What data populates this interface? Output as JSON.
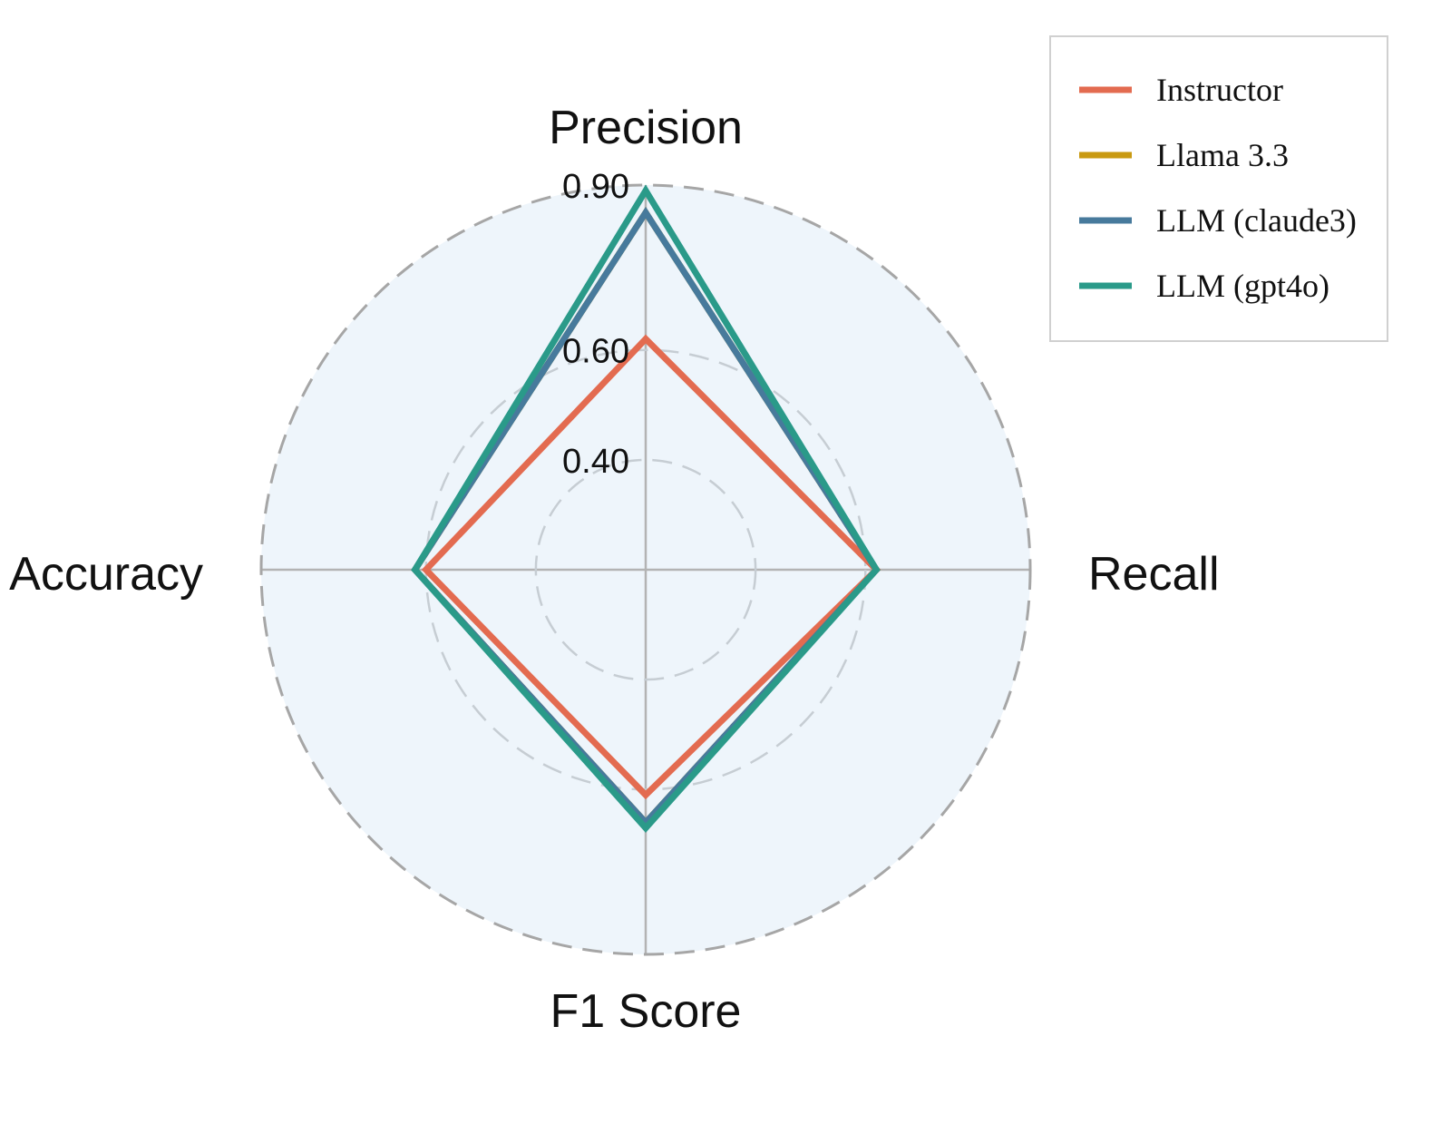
{
  "chart_data": {
    "type": "radar",
    "axes": [
      "Precision",
      "Recall",
      "F1 Score",
      "Accuracy"
    ],
    "rlim": [
      0.2,
      0.9
    ],
    "ticks": [
      {
        "value": 0.4,
        "label": "0.40"
      },
      {
        "value": 0.6,
        "label": "0.60"
      },
      {
        "value": 0.9,
        "label": "0.90"
      }
    ],
    "grid": true,
    "legend_position": "top-right",
    "background_color": "#eef5fb",
    "series": [
      {
        "name": "Instructor",
        "color": "#e36b50",
        "values": [
          0.62,
          0.62,
          0.61,
          0.6
        ]
      },
      {
        "name": "Llama 3.3",
        "color": "#c99a12",
        "values": [
          0.85,
          0.62,
          0.66,
          0.62
        ]
      },
      {
        "name": "LLM (claude3)",
        "color": "#477a9c",
        "values": [
          0.85,
          0.62,
          0.66,
          0.62
        ]
      },
      {
        "name": "LLM (gpt4o)",
        "color": "#2a9a89",
        "values": [
          0.89,
          0.62,
          0.67,
          0.62
        ]
      }
    ]
  }
}
